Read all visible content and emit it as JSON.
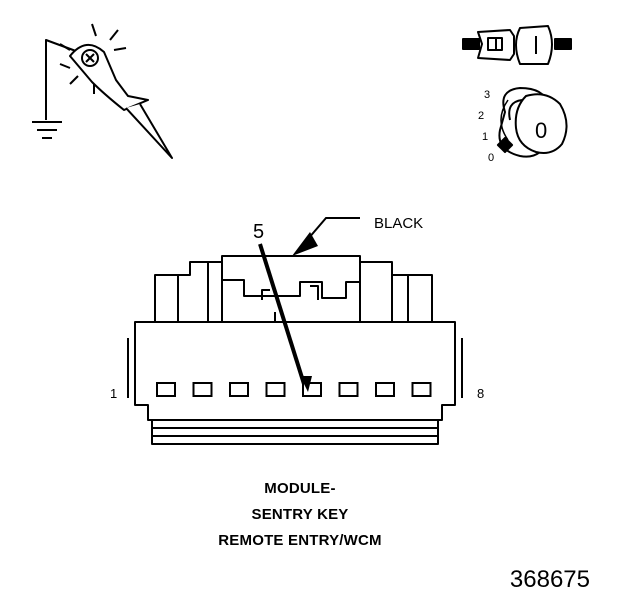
{
  "diagram": {
    "wire_color_label": "BLACK",
    "callout_pin": "5",
    "pin_start_label": "1",
    "pin_end_label": "8",
    "ignition_positions": [
      "3",
      "2",
      "1",
      "0"
    ],
    "ignition_key_label": "0",
    "pin_count": 8,
    "highlighted_pin": 5
  },
  "caption": {
    "line1": "MODULE-",
    "line2": "SENTRY KEY",
    "line3": "REMOTE ENTRY/WCM"
  },
  "figure_number": "368675",
  "colors": {
    "ink": "#000000",
    "paper": "#ffffff",
    "shade": "#c8c8c8"
  },
  "icons": [
    "test-probe-icon",
    "ground-symbol-icon",
    "connector-disconnected-icon",
    "ignition-switch-icon"
  ]
}
